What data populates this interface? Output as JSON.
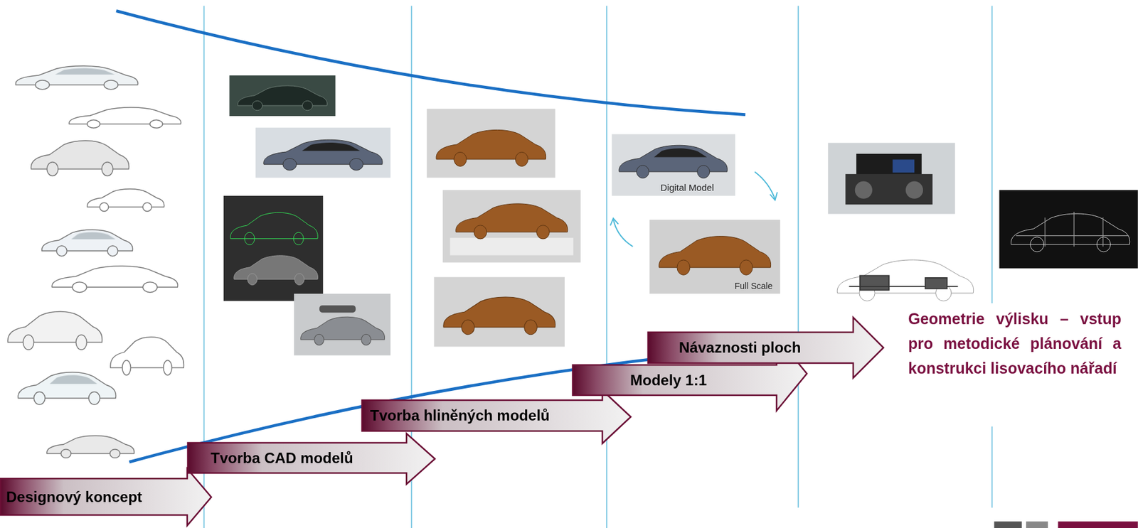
{
  "diagram": {
    "nodes": [
      {
        "text": [
          "Designový koncept"
        ]
      },
      {
        "text": [
          "Tvorba CAD modelů"
        ]
      },
      {
        "text": [
          "Tvorba hliněných modelů"
        ]
      },
      {
        "text": [
          "Modely 1:1"
        ]
      },
      {
        "text": [
          "Návaznosti ploch"
        ]
      }
    ],
    "labels": [
      "Digital Model",
      "Full Scale",
      "Geometrie výlisku – vstup pro metodické plánování a konstrukci lisovacího nářadí"
    ]
  }
}
